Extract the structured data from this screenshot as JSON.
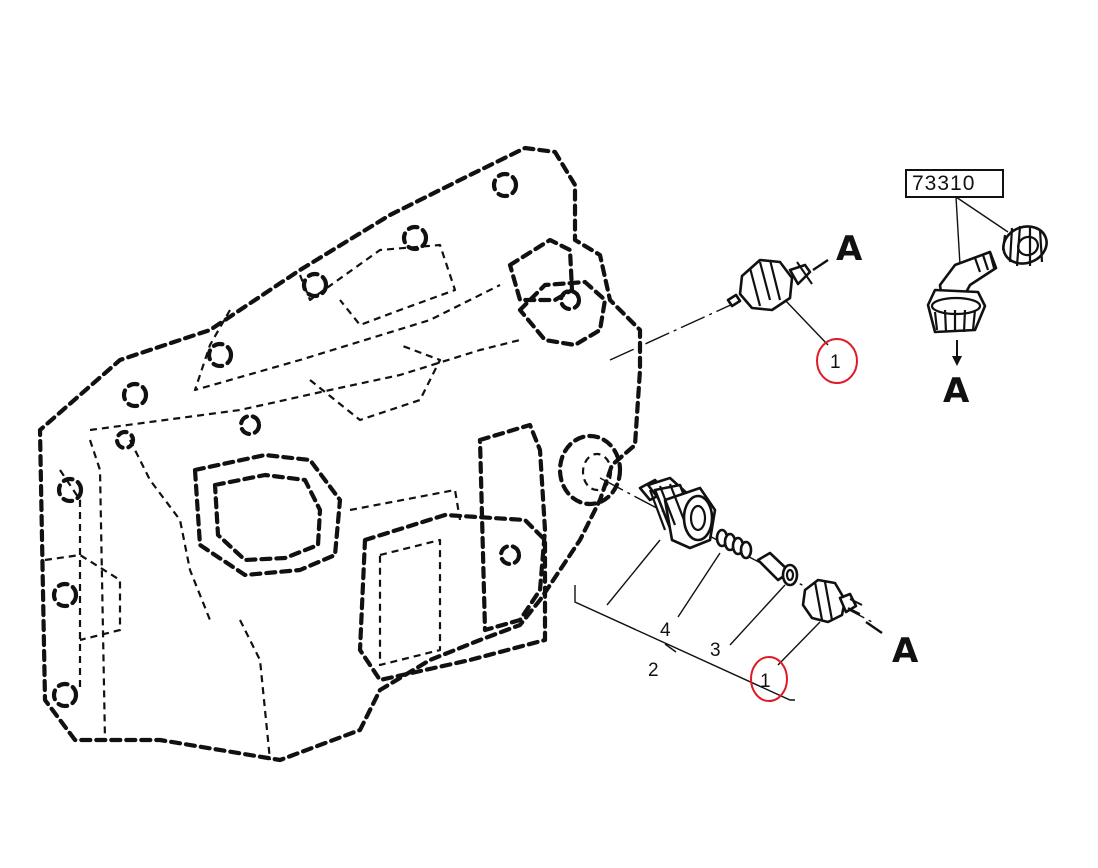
{
  "diagram": {
    "part_number_box": "73310",
    "view_marker": "A",
    "callouts": {
      "item_1_top": "1",
      "item_1_bottom": "1",
      "item_2": "2",
      "item_3": "3",
      "item_4": "4"
    },
    "highlight_color": "#e01b24",
    "line_color": "#111111"
  }
}
